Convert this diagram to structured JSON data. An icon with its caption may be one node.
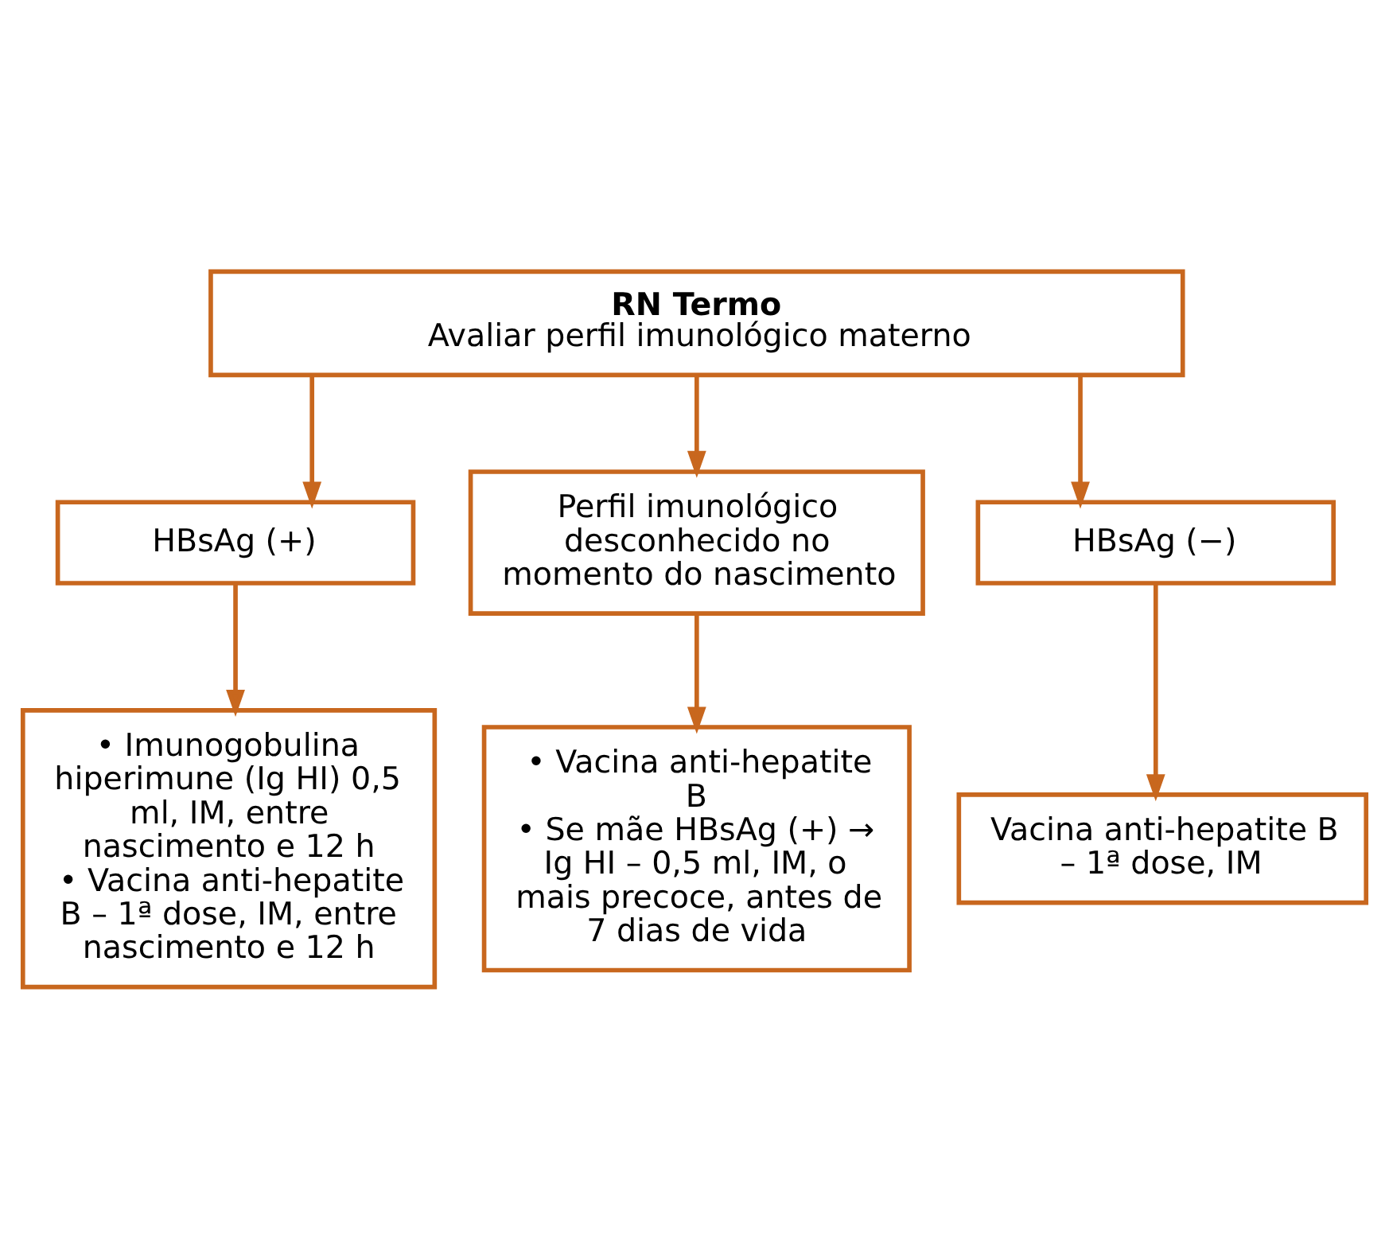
{
  "diagram": {
    "nodes": [
      {
        "text": [
          "RN Termo",
          "Avaliar perfil imunológico materno"
        ]
      },
      {
        "text": [
          "HBsAg (+)"
        ]
      },
      {
        "text": [
          "Perfil imunológico desconhecido no momento do nascimento"
        ]
      },
      {
        "text": [
          "HBsAg (−)"
        ]
      },
      {
        "text": [
          "• Imunogobulina hiperimune (Ig HI) 0,5 ml, IM, entre nascimento e 12 h",
          "• Vacina anti-hepatite B – 1ª dose, IM, entre nascimento e 12 h"
        ]
      },
      {
        "text": [
          "• Vacina anti-hepatite B",
          "• Se mãe HBsAg (+) → Ig HI – 0,5 ml, IM, o mais precoce, antes de 7 dias de vida"
        ]
      },
      {
        "text": [
          "Vacina anti-hepatite B – 1ª dose, IM"
        ]
      }
    ],
    "edges": [
      {
        "from": 0,
        "to": 1,
        "arrow": "to"
      },
      {
        "from": 0,
        "to": 2,
        "arrow": "to"
      },
      {
        "from": 0,
        "to": 3,
        "arrow": "to"
      },
      {
        "from": 1,
        "to": 4,
        "arrow": "to"
      },
      {
        "from": 2,
        "to": 5,
        "arrow": "to"
      },
      {
        "from": 3,
        "to": 6,
        "arrow": "to"
      }
    ]
  }
}
